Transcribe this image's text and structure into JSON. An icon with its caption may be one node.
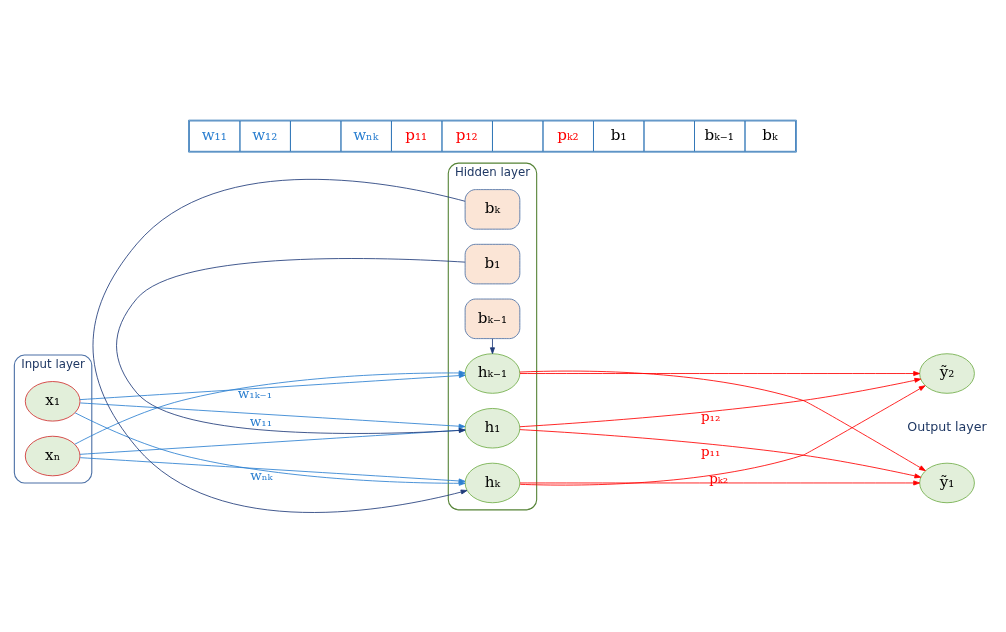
{
  "diagram": {
    "nodes": [
      {
        "text": [
          "Input layer"
        ]
      },
      {
        "text": [
          "x₁"
        ],
        "in": 0
      },
      {
        "text": [
          "xₙ"
        ],
        "in": 0
      },
      {
        "text": [
          "Hidden layer"
        ]
      },
      {
        "text": [
          "b₁"
        ],
        "in": 3
      },
      {
        "text": [
          "h₁"
        ],
        "in": 3
      },
      {
        "text": [
          "bₖ₋₁"
        ],
        "in": 3
      },
      {
        "text": [
          "hₖ₋₁"
        ],
        "in": 3
      },
      {
        "text": [
          "bₖ"
        ],
        "in": 3
      },
      {
        "text": [
          "hₖ"
        ],
        "in": 3
      },
      {
        "text": [
          "ỹ₁"
        ]
      },
      {
        "text": [
          "ỹ₂"
        ]
      }
    ],
    "edges": [
      {
        "from": 4,
        "to": 5,
        "arrow": "to",
        "color": "#1f3a7a"
      },
      {
        "from": 6,
        "to": 7,
        "arrow": "to",
        "color": "#1f3a7a"
      },
      {
        "from": 8,
        "to": 9,
        "arrow": "to",
        "color": "#1f3a7a"
      },
      {
        "from": 1,
        "to": 5,
        "arrow": "to",
        "label": "w₁₁",
        "color": "#2b7fd0"
      },
      {
        "from": 1,
        "to": 7,
        "arrow": "to",
        "label": "w₁ₖ₋₁",
        "color": "#2b7fd0"
      },
      {
        "from": 1,
        "to": 9,
        "arrow": "to",
        "color": "#2b7fd0"
      },
      {
        "from": 2,
        "to": 5,
        "arrow": "to",
        "color": "#2b7fd0"
      },
      {
        "from": 2,
        "to": 7,
        "arrow": "to",
        "color": "#2b7fd0"
      },
      {
        "from": 2,
        "to": 9,
        "arrow": "to",
        "label": "wₙₖ",
        "color": "#2b7fd0"
      },
      {
        "from": 5,
        "to": 10,
        "arrow": "to",
        "label": "p₁₁",
        "color": "#ff0000"
      },
      {
        "from": 5,
        "to": 11,
        "arrow": "to",
        "label": "p₁₂",
        "color": "#ff0000"
      },
      {
        "from": 7,
        "to": 10,
        "arrow": "to",
        "color": "#ff0000"
      },
      {
        "from": 7,
        "to": 11,
        "arrow": "to",
        "color": "#ff0000"
      },
      {
        "from": 9,
        "to": 10,
        "arrow": "to",
        "color": "#ff0000"
      },
      {
        "from": 9,
        "to": 11,
        "arrow": "to",
        "label": "pₖ₂",
        "color": "#ff0000"
      }
    ],
    "labels": [
      "w₁₁",
      "w₁₂",
      "wₙₖ",
      "p₁₁",
      "p₁₂",
      "pₖ₂",
      "b₁",
      "bₖ₋₁",
      "bₖ",
      "Output layer"
    ]
  }
}
